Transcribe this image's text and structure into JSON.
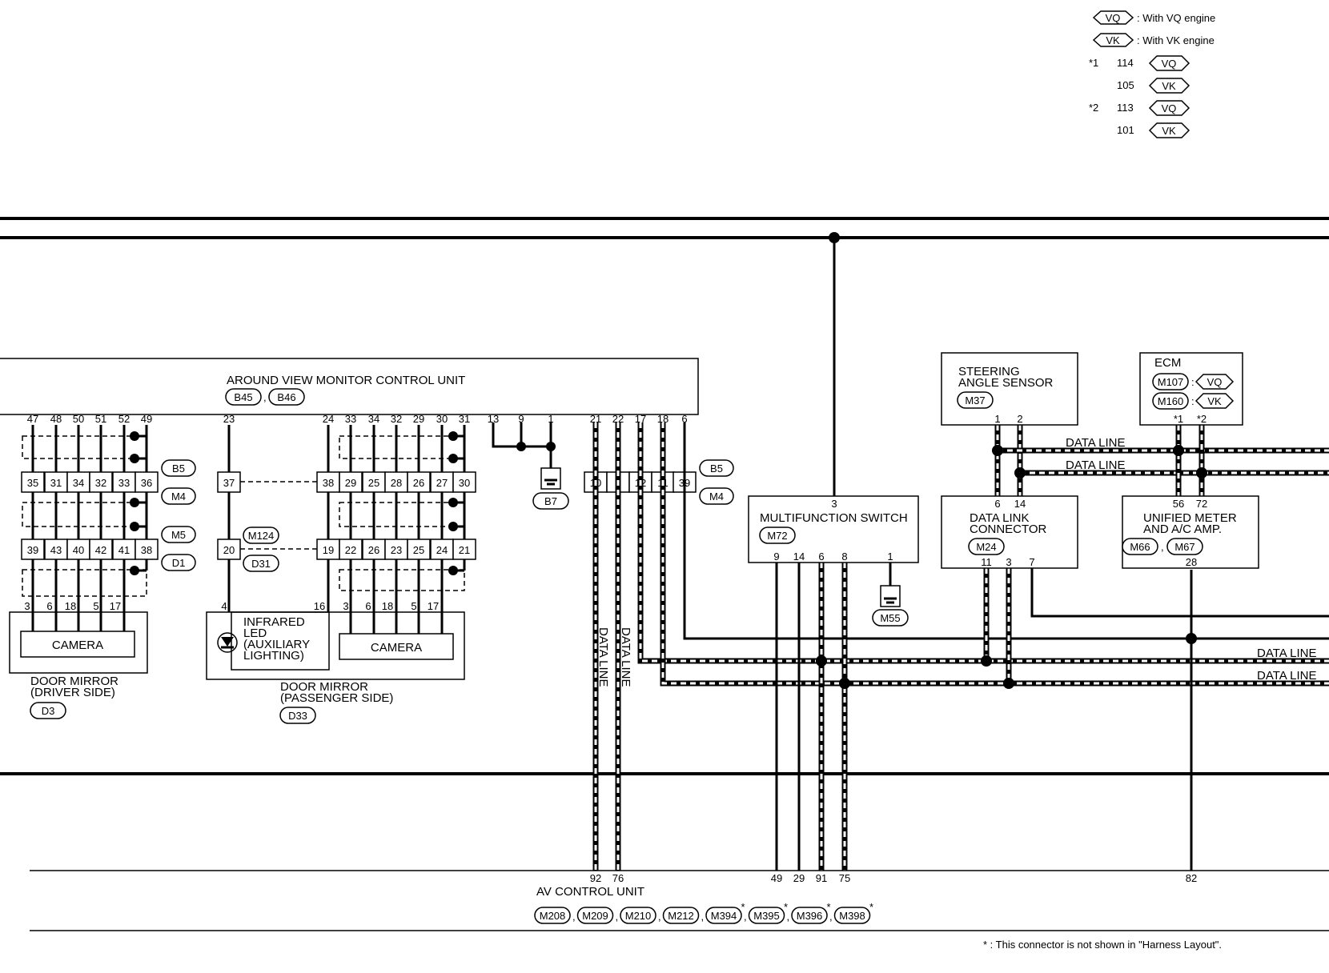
{
  "legend": {
    "items": [
      {
        "code": "VQ",
        "text": ": With VQ engine"
      },
      {
        "code": "VK",
        "text": ": With VK engine"
      }
    ],
    "notes": [
      {
        "star": "*1",
        "rows": [
          {
            "pin": "114",
            "code": "VQ"
          },
          {
            "pin": "105",
            "code": "VK"
          }
        ]
      },
      {
        "star": "*2",
        "rows": [
          {
            "pin": "113",
            "code": "VQ"
          },
          {
            "pin": "101",
            "code": "VK"
          }
        ]
      }
    ]
  },
  "avm": {
    "title": "AROUND VIEW MONITOR CONTROL UNIT",
    "connectors": [
      "B45",
      "B46"
    ],
    "pins_left": [
      "47",
      "48",
      "50",
      "51",
      "52",
      "49"
    ],
    "pin_23": "23",
    "pins_mid": [
      "24",
      "33",
      "34",
      "32",
      "29",
      "30",
      "31"
    ],
    "pins_gnd": [
      "13",
      "9",
      "1"
    ],
    "pins_right": [
      "21",
      "22",
      "17",
      "18",
      "6"
    ]
  },
  "row1": {
    "left": [
      "35",
      "31",
      "34",
      "32",
      "33",
      "36"
    ],
    "mid": "37",
    "right": [
      "38",
      "29",
      "25",
      "28",
      "26",
      "27",
      "30"
    ],
    "far": [
      "10",
      "9",
      "12",
      "11",
      "39"
    ],
    "tags": [
      "B5",
      "M4"
    ]
  },
  "row2": {
    "left": [
      "39",
      "43",
      "40",
      "42",
      "41",
      "38"
    ],
    "mid": "20",
    "right": [
      "19",
      "22",
      "26",
      "23",
      "25",
      "24",
      "21"
    ],
    "tags": [
      "M5",
      "D1"
    ],
    "mid_tags": [
      "M124",
      "D31"
    ]
  },
  "ground_b7": "B7",
  "cam_driver": {
    "pins": [
      "3",
      "6",
      "18",
      "5",
      "17"
    ],
    "label": "CAMERA",
    "title1": "DOOR MIRROR",
    "title2": "(DRIVER SIDE)",
    "conn": "D3"
  },
  "ir_led": {
    "pins": [
      "4",
      "16"
    ],
    "line1": "INFRARED",
    "line2": "LED",
    "line3": "(AUXILIARY",
    "line4": "LIGHTING)"
  },
  "cam_pass": {
    "pins": [
      "3",
      "6",
      "18",
      "5",
      "17"
    ],
    "label": "CAMERA",
    "title1": "DOOR MIRROR",
    "title2": "(PASSENGER SIDE)",
    "conn": "D33"
  },
  "data_line_vert": "DATA LINE",
  "mfs": {
    "pin_top": "3",
    "title": "MULTIFUNCTION SWITCH",
    "conn": "M72",
    "pins": [
      "9",
      "14",
      "6",
      "8",
      "1"
    ],
    "ground": "M55"
  },
  "steering": {
    "line1": "STEERING",
    "line2": "ANGLE SENSOR",
    "conn": "M37",
    "pins": [
      "1",
      "2"
    ]
  },
  "ecm": {
    "title": "ECM",
    "rows": [
      {
        "conn": "M107",
        "code": "VQ"
      },
      {
        "conn": "M160",
        "code": "VK"
      }
    ],
    "stars": [
      "*1",
      "*2"
    ]
  },
  "dlc": {
    "pins_top": [
      "6",
      "14"
    ],
    "line1": "DATA LINK",
    "line2": "CONNECTOR",
    "conn": "M24",
    "pins_bottom": [
      "11",
      "3",
      "7"
    ]
  },
  "meter": {
    "pins_top": [
      "56",
      "72"
    ],
    "line1": "UNIFIED METER",
    "line2": "AND A/C AMP.",
    "conns": [
      "M66",
      "M67"
    ],
    "pin_bottom": "28"
  },
  "data_line_labels": [
    "DATA LINE",
    "DATA LINE",
    "DATA LINE",
    "DATA LINE"
  ],
  "av": {
    "pins": [
      "92",
      "76",
      "49",
      "29",
      "91",
      "75",
      "82"
    ],
    "title": "AV CONTROL UNIT",
    "conns": [
      "M208",
      "M209",
      "M210",
      "M212",
      "M394",
      "M395",
      "M396",
      "M398"
    ],
    "star": "*"
  },
  "footnote": "* : This connector is not shown in \"Harness Layout\"."
}
